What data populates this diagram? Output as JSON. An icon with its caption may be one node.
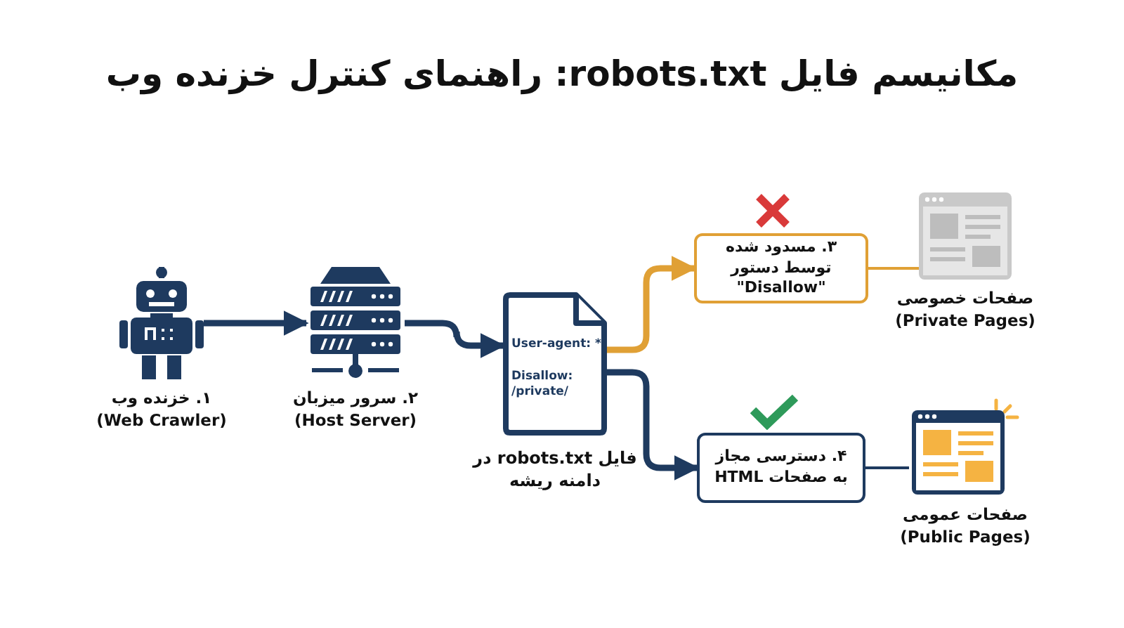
{
  "diagram": {
    "title": "مکانیسم فایل robots.txt: راهنمای کنترل خزنده وب",
    "nodes": [
      {
        "text": [
          "۱. خزنده وب",
          "(Web Crawler)"
        ]
      },
      {
        "text": [
          "۲. سرور میزبان",
          "(Host Server)"
        ]
      },
      {
        "text": [
          "User-agent: *",
          "Disallow: /private/"
        ],
        "beside": [
          "فایل robots.txt در دامنه ریشه"
        ]
      },
      {
        "text": [
          "۳. مسدود شده توسط دستور \"Disallow\""
        ]
      },
      {
        "text": [
          "۴. دسترسی مجاز به صفحات HTML"
        ]
      },
      {
        "text": [
          "صفحات خصوصی",
          "(Private Pages)"
        ]
      },
      {
        "text": [
          "صفحات عمومی",
          "(Public Pages)"
        ]
      }
    ],
    "edges": [
      {
        "from": 0,
        "to": 1,
        "arrow": "to"
      },
      {
        "from": 1,
        "to": 2,
        "arrow": "to"
      },
      {
        "from": 2,
        "to": 3,
        "arrow": "to",
        "color": "#e0a035"
      },
      {
        "from": 2,
        "to": 4,
        "arrow": "to"
      },
      {
        "from": 3,
        "to": 5,
        "arrow": "none",
        "color": "#e0a035"
      },
      {
        "from": 4,
        "to": 6,
        "arrow": "none"
      }
    ]
  }
}
